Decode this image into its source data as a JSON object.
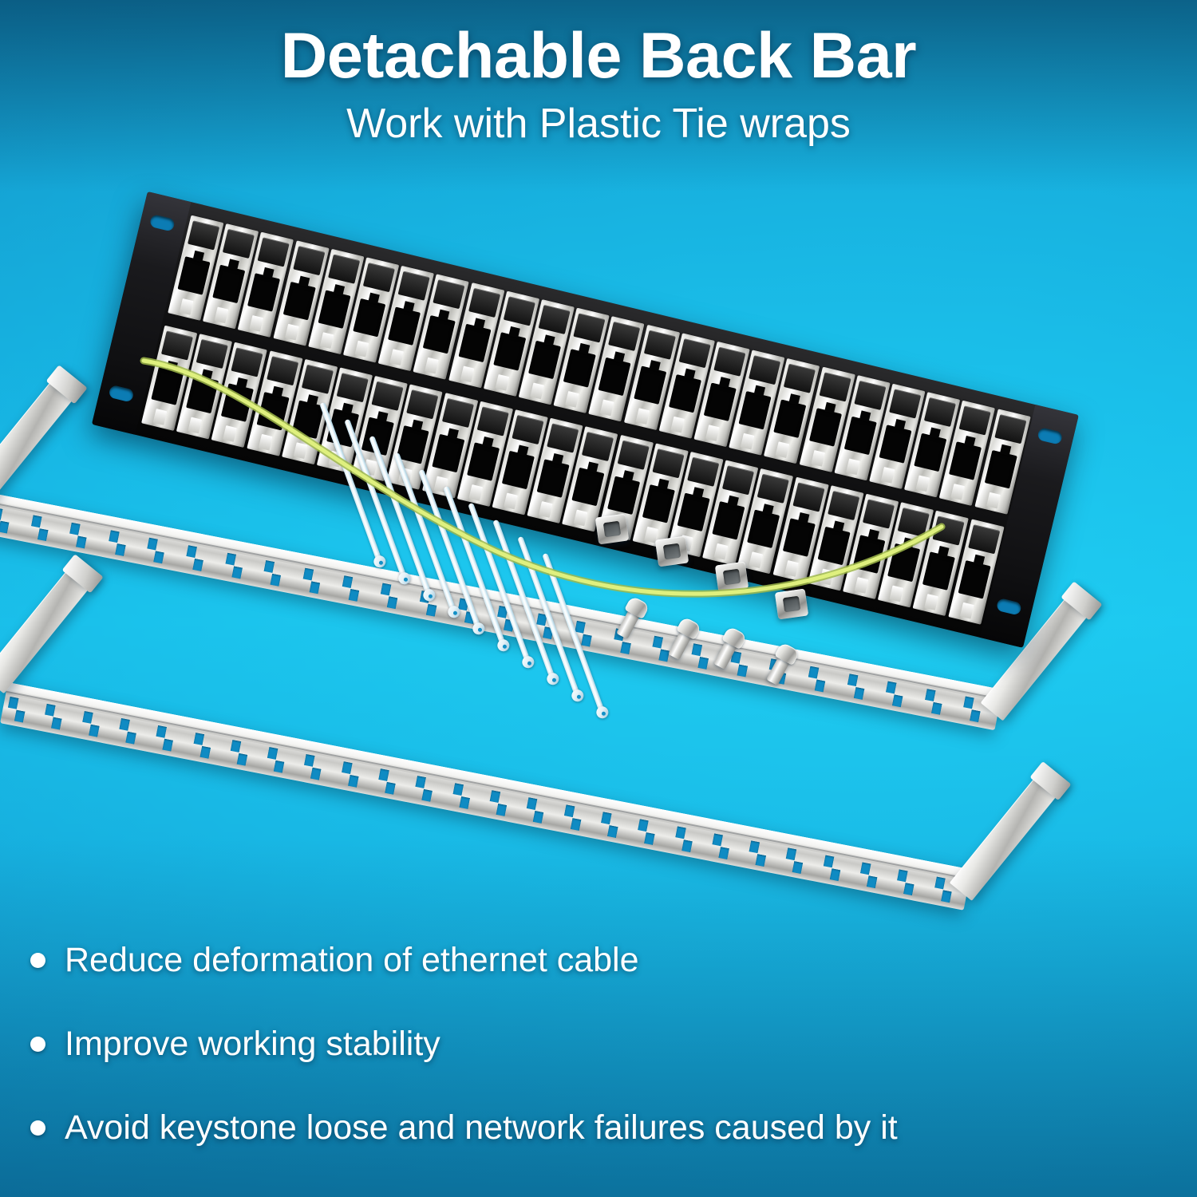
{
  "heading": {
    "title": "Detachable Back Bar",
    "subtitle": "Work with Plastic Tie wraps"
  },
  "bullets": [
    {
      "text": "Reduce deformation of ethernet cable"
    },
    {
      "text": "Improve working stability"
    },
    {
      "text": "Avoid keystone loose and network failures caused by it"
    }
  ],
  "colors": {
    "background_top": "#0a5880",
    "background_mid": "#0f8cc2",
    "background_bottom": "#07507c",
    "text": "#ffffff",
    "panel_black": "#101012",
    "metal_silver": "#e8e8e5",
    "ground_wire": "#d8e87a",
    "tie_wrap": "#ffffff"
  },
  "product": {
    "patch_panel": {
      "name": "shielded keystone patch panel",
      "rows": 2,
      "ports_per_row": 24,
      "total_ports": 48,
      "rack_ears": 2,
      "holes_per_ear": 2
    },
    "back_bars": [
      {
        "name": "upper-back-bar",
        "notch_count": 26
      },
      {
        "name": "lower-back-bar",
        "notch_count": 26
      }
    ],
    "tie_wraps": {
      "name": "plastic-tie-wraps",
      "count": 10
    },
    "cage_nuts": {
      "name": "cage-nuts",
      "count": 4
    },
    "screws": {
      "name": "mounting-screws",
      "count": 4
    },
    "ground_wire": {
      "name": "ground-wire",
      "count": 1
    }
  }
}
